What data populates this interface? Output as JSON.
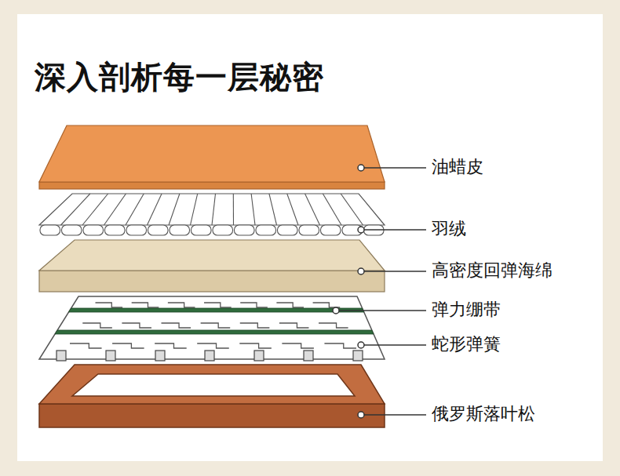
{
  "diagram": {
    "title": "深入剖析每一层秘密",
    "labels": [
      "油蜡皮",
      "羽绒",
      "高密度回弹海绵",
      "弹力绷带",
      "蛇形弹簧",
      "俄罗斯落叶松"
    ]
  }
}
